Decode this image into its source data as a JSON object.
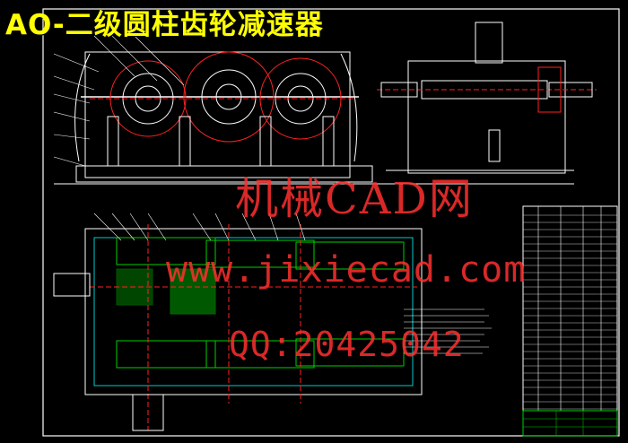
{
  "title": "AO-二级圆柱齿轮减速器",
  "watermark": {
    "brand": "机械CAD网",
    "url": "www.jixiecad.com",
    "qq": "QQ:20425042"
  },
  "colors": {
    "background": "#000000",
    "line_white": "#ffffff",
    "line_red": "#ff2020",
    "line_green": "#00d000",
    "line_cyan": "#00ffff",
    "line_yellow": "#ffff00",
    "title_yellow": "#ffff00",
    "watermark_red": "#ff3030"
  }
}
